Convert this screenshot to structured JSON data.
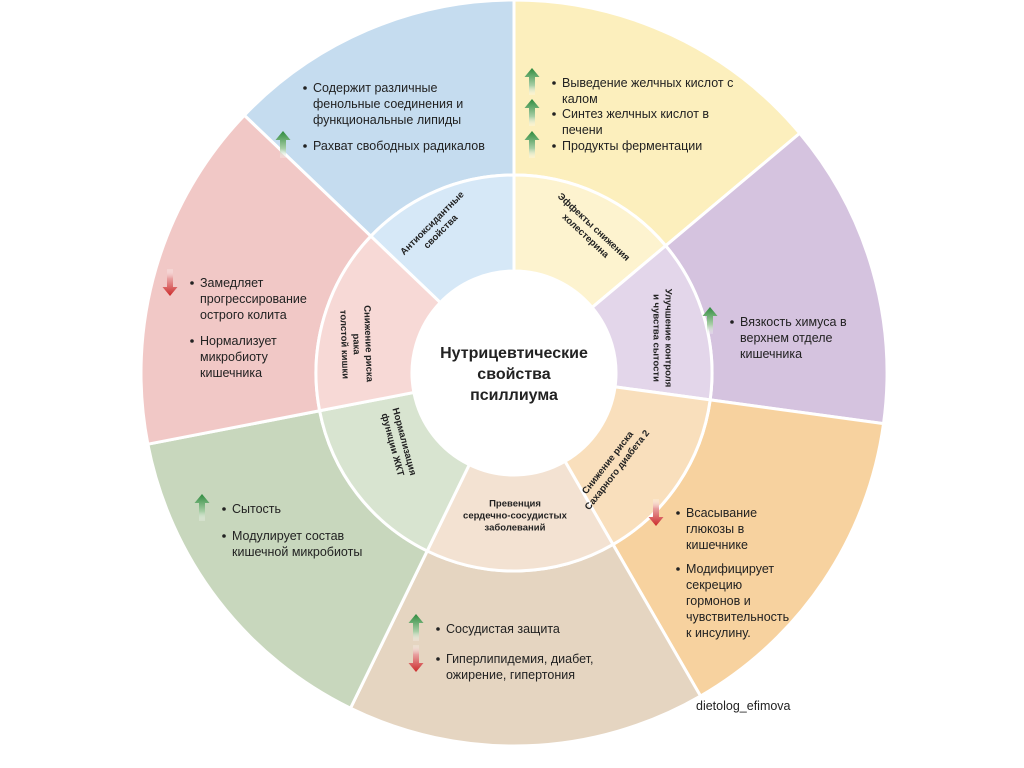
{
  "center": {
    "lines": [
      "Нутрицевтические",
      "свойства",
      "псиллиума"
    ]
  },
  "credit": "dietolog_efimova",
  "sectors": [
    {
      "id": "antioxidant",
      "label": [
        "Антиоксидантные",
        "свойства"
      ],
      "outer_color": "#c5dcef",
      "inner_color": "#d6e8f7",
      "items": [
        {
          "arrow": null,
          "lines": [
            "Содержит различные",
            "фенольные соединения и",
            "функциональные липиды"
          ]
        },
        {
          "arrow": "up",
          "lines": [
            "Рахват свободных радикалов"
          ]
        }
      ]
    },
    {
      "id": "cholesterol",
      "label": [
        "Эффекты снижения",
        "холестерина"
      ],
      "outer_color": "#fcefbd",
      "inner_color": "#fdf3cf",
      "items": [
        {
          "arrow": "up",
          "lines": [
            "Выведение желчных кислот с",
            "калом"
          ]
        },
        {
          "arrow": "up",
          "lines": [
            "Синтез желчных кислот в",
            "печени"
          ]
        },
        {
          "arrow": "up",
          "lines": [
            "Продукты ферментации"
          ]
        }
      ]
    },
    {
      "id": "satiety",
      "label": [
        "Улучшение контроля",
        "и чувства сытости"
      ],
      "outer_color": "#d5c3df",
      "inner_color": "#e3d6ea",
      "items": [
        {
          "arrow": "up",
          "lines": [
            "Вязкость химуса в",
            "верхнем отделе",
            "кишечника"
          ]
        }
      ]
    },
    {
      "id": "diabetes",
      "label": [
        "Снижение риска",
        "Сахарного диабета 2"
      ],
      "outer_color": "#f7d29f",
      "inner_color": "#f9dfbc",
      "items": [
        {
          "arrow": "down",
          "lines": [
            "Всасывание",
            "глюкозы в",
            "кишечнике"
          ]
        },
        {
          "arrow": null,
          "lines": [
            "Модифицирует",
            "секрецию",
            "гормонов и",
            "чувствительность",
            "к инсулину."
          ]
        }
      ]
    },
    {
      "id": "cardio",
      "label": [
        "Превенция",
        "сердечно-сосудистых",
        "заболеваний"
      ],
      "outer_color": "#e5d5c1",
      "inner_color": "#f3e2d2",
      "items": [
        {
          "arrow": "up",
          "lines": [
            "Сосудистая защита"
          ]
        },
        {
          "arrow": "down",
          "lines": [
            "Гиперлипидемия, диабет,",
            "ожирение, гипертония"
          ]
        }
      ]
    },
    {
      "id": "gi",
      "label": [
        "Нормализация",
        "функции ЖКТ"
      ],
      "outer_color": "#c8d7bd",
      "inner_color": "#d8e4d0",
      "items": [
        {
          "arrow": "up",
          "lines": [
            "Сытость"
          ]
        },
        {
          "arrow": null,
          "lines": [
            "Модулирует состав",
            "кишечной микробиоты"
          ]
        }
      ]
    },
    {
      "id": "colon",
      "label": [
        "Снижение риска",
        "рака",
        "толстой кишки"
      ],
      "outer_color": "#f1c8c6",
      "inner_color": "#f7d9d6",
      "items": [
        {
          "arrow": "down",
          "lines": [
            "Замедляет",
            "прогрессирование",
            "острого колита"
          ]
        },
        {
          "arrow": null,
          "lines": [
            "Нормализует",
            "микробиоту",
            "кишечника"
          ]
        }
      ]
    }
  ]
}
